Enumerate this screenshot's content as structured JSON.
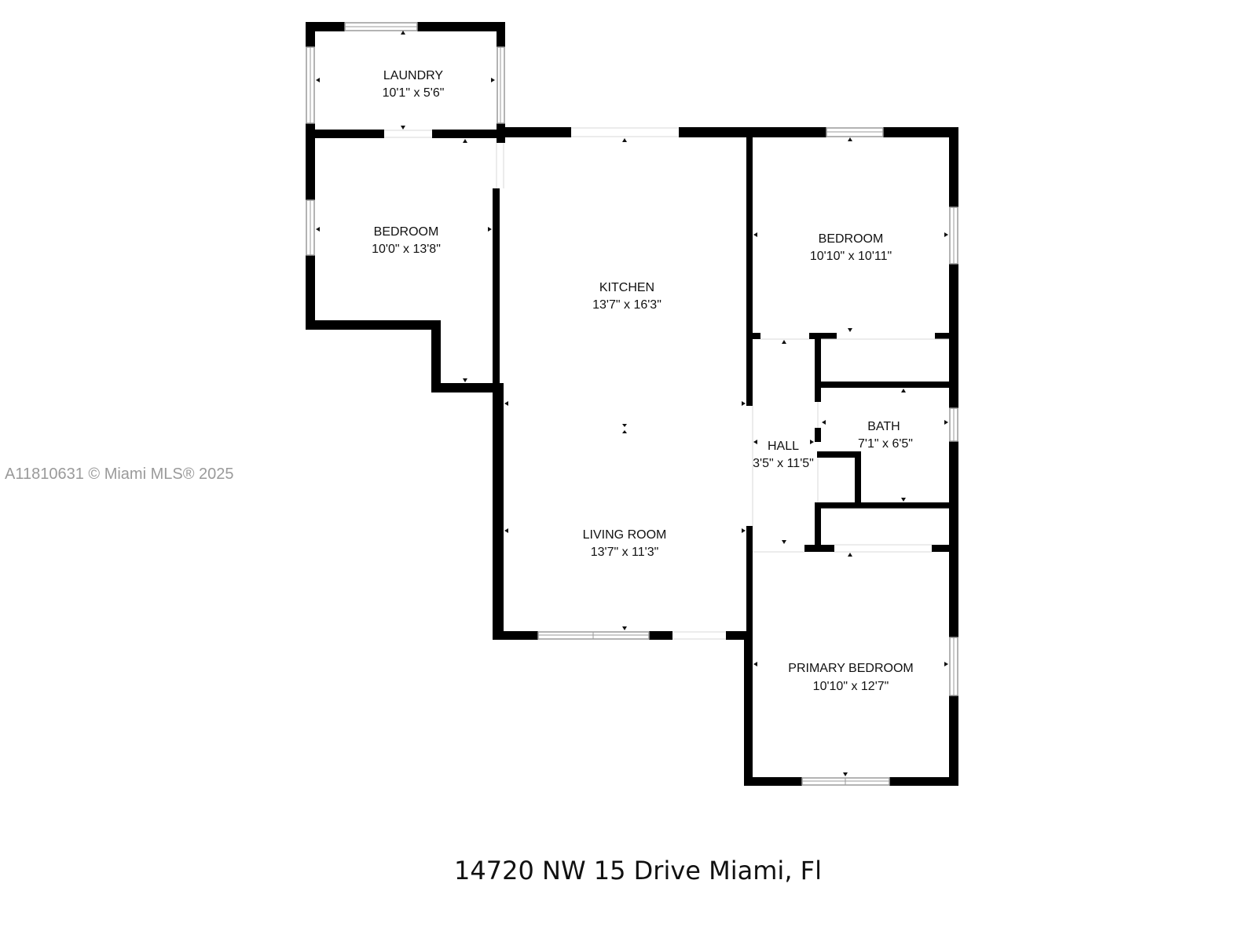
{
  "watermark": "A11810631 © Miami MLS® 2025",
  "address": "14720 NW 15 Drive Miami, Fl",
  "colors": {
    "wall": "#000000",
    "text": "#111111",
    "watermark": "#9a9a9a",
    "window": "#bdbdbd"
  },
  "rooms": {
    "laundry": {
      "name": "LAUNDRY",
      "dims": "10'1\" x 5'6\""
    },
    "bedroom_left": {
      "name": "BEDROOM",
      "dims": "10'0\" x 13'8\""
    },
    "kitchen": {
      "name": "KITCHEN",
      "dims": "13'7\" x 16'3\""
    },
    "bedroom_right": {
      "name": "BEDROOM",
      "dims": "10'10\" x 10'11\""
    },
    "hall": {
      "name": "HALL",
      "dims": "3'5\" x 11'5\""
    },
    "bath": {
      "name": "BATH",
      "dims": "7'1\" x 6'5\""
    },
    "living_room": {
      "name": "LIVING ROOM",
      "dims": "13'7\" x 11'3\""
    },
    "primary_bedroom": {
      "name": "PRIMARY BEDROOM",
      "dims": "10'10\" x 12'7\""
    }
  }
}
